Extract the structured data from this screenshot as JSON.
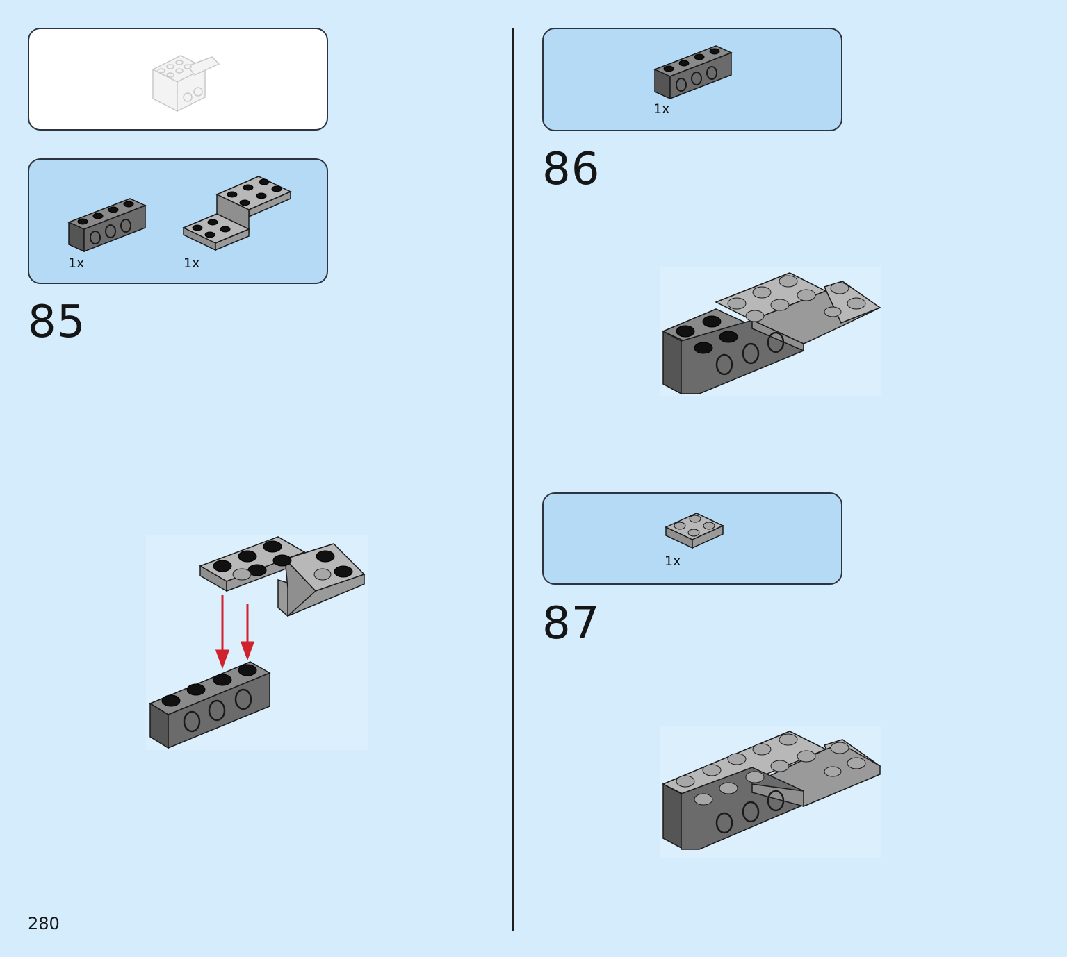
{
  "colors": {
    "page_background": "#d4ecfb",
    "parts_panel": "#b5daf6",
    "preview_panel": "#ffffff",
    "dark_bluish_gray": "#6b6b6b",
    "light_bluish_gray": "#a7a7a7",
    "black_stud": "#1a1a1a",
    "arrow_red": "#d0222d",
    "divider": "#1d1d1d"
  },
  "page": {
    "number": "280"
  },
  "preview": {
    "icon": "model-preview-icon"
  },
  "steps": [
    {
      "number": "85",
      "parts": [
        {
          "icon": "technic-brick-1x4-dark-gray-icon",
          "qty": "1x"
        },
        {
          "icon": "bracket-light-gray-icon",
          "qty": "1x"
        }
      ],
      "icon": "assembly-arrows-icon"
    },
    {
      "number": "86",
      "parts": [
        {
          "icon": "technic-brick-1x4-dark-gray-icon",
          "qty": "1x"
        }
      ]
    },
    {
      "number": "87",
      "parts": [
        {
          "icon": "plate-2x2-light-gray-icon",
          "qty": "1x"
        }
      ]
    }
  ]
}
